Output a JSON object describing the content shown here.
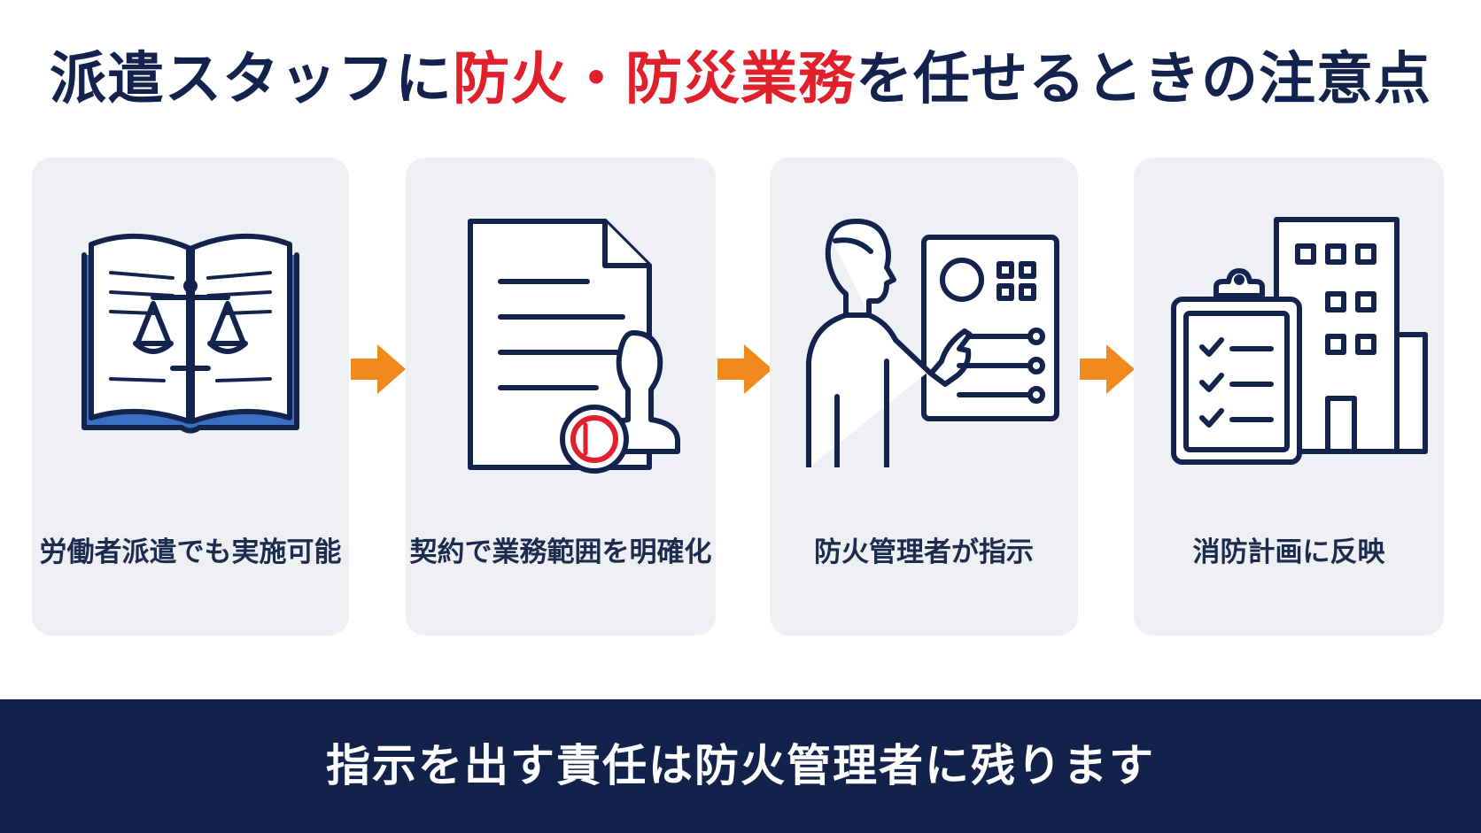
{
  "title": {
    "part1": "派遣スタッフに",
    "highlight": "防火・防災業務",
    "part2": "を任せるときの注意点"
  },
  "steps": [
    {
      "label": "労働者派遣でも実施可能",
      "icon": "law-book-scales-icon"
    },
    {
      "label": "契約で業務範囲を明確化",
      "icon": "contract-stamp-icon"
    },
    {
      "label": "防火管理者が指示",
      "icon": "manager-pointing-board-icon"
    },
    {
      "label": "消防計画に反映",
      "icon": "checklist-building-icon"
    }
  ],
  "footer": {
    "text": "指示を出す責任は防火管理者に残ります"
  },
  "colors": {
    "navy": "#13234d",
    "accent_red": "#e0202a",
    "arrow_orange": "#f08a1c",
    "card_bg": "#eef0f4",
    "book_blue": "#3a6fc4"
  }
}
